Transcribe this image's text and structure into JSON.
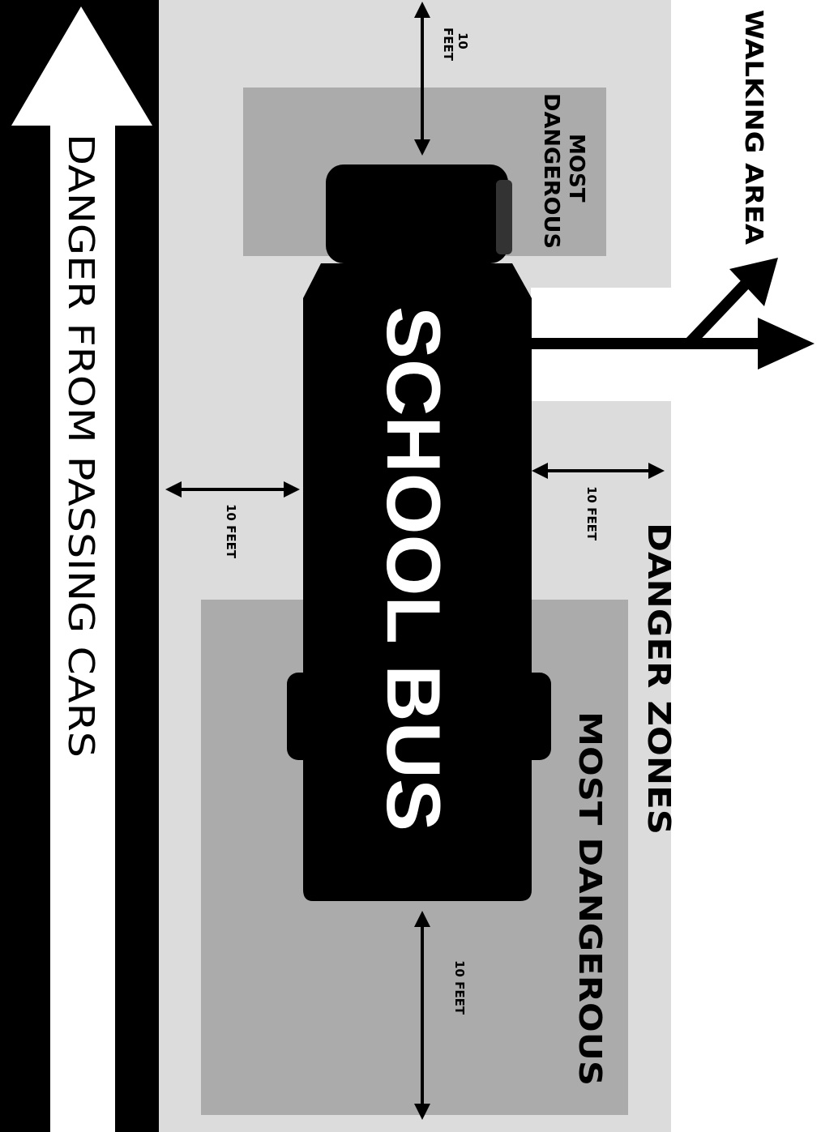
{
  "road_label": "DANGER FROM PASSING CARS",
  "bus_label": "SCHOOL BUS",
  "walking_area_label": "WALKING AREA",
  "danger_zones_label": "DANGER ZONES",
  "most_dangerous_front_line1": "MOST",
  "most_dangerous_front_line2": "DANGEROUS",
  "most_dangerous_rear": "MOST DANGEROUS",
  "front_distance_line1": "10",
  "front_distance_line2": "FEET",
  "left_side_distance": "10 FEET",
  "right_side_distance": "10 FEET",
  "rear_distance": "10 FEET",
  "colors": {
    "road": "#000000",
    "danger_zone": "#dcdcdc",
    "most_dangerous_zone": "#ababab",
    "bus": "#000000",
    "text": "#000000"
  }
}
